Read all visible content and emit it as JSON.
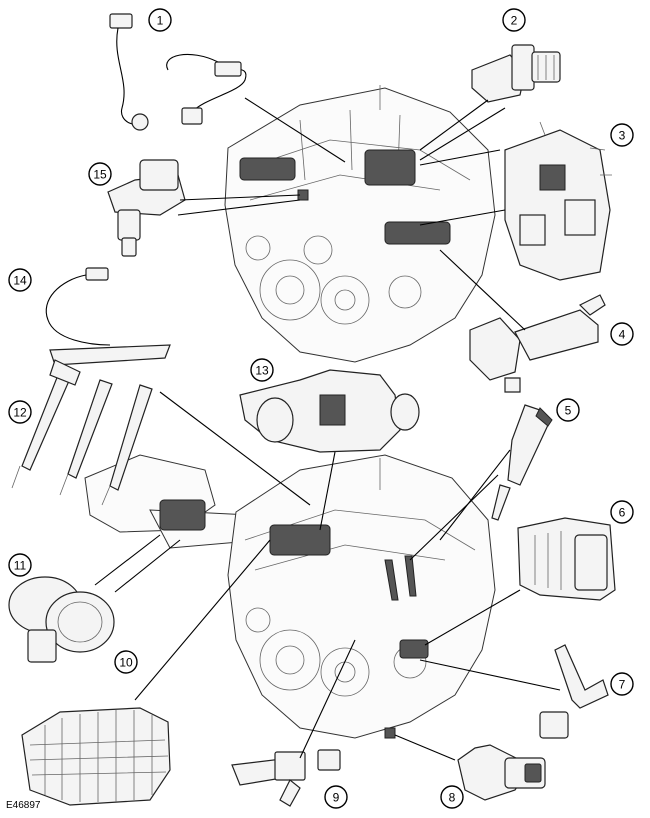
{
  "figure_ref": "E46897",
  "callouts": [
    "1",
    "2",
    "3",
    "4",
    "5",
    "6",
    "7",
    "8",
    "9",
    "10",
    "11",
    "12",
    "13",
    "14",
    "15"
  ],
  "colors": {
    "line": "#000000",
    "highlight": "#555555",
    "background": "#ffffff"
  }
}
